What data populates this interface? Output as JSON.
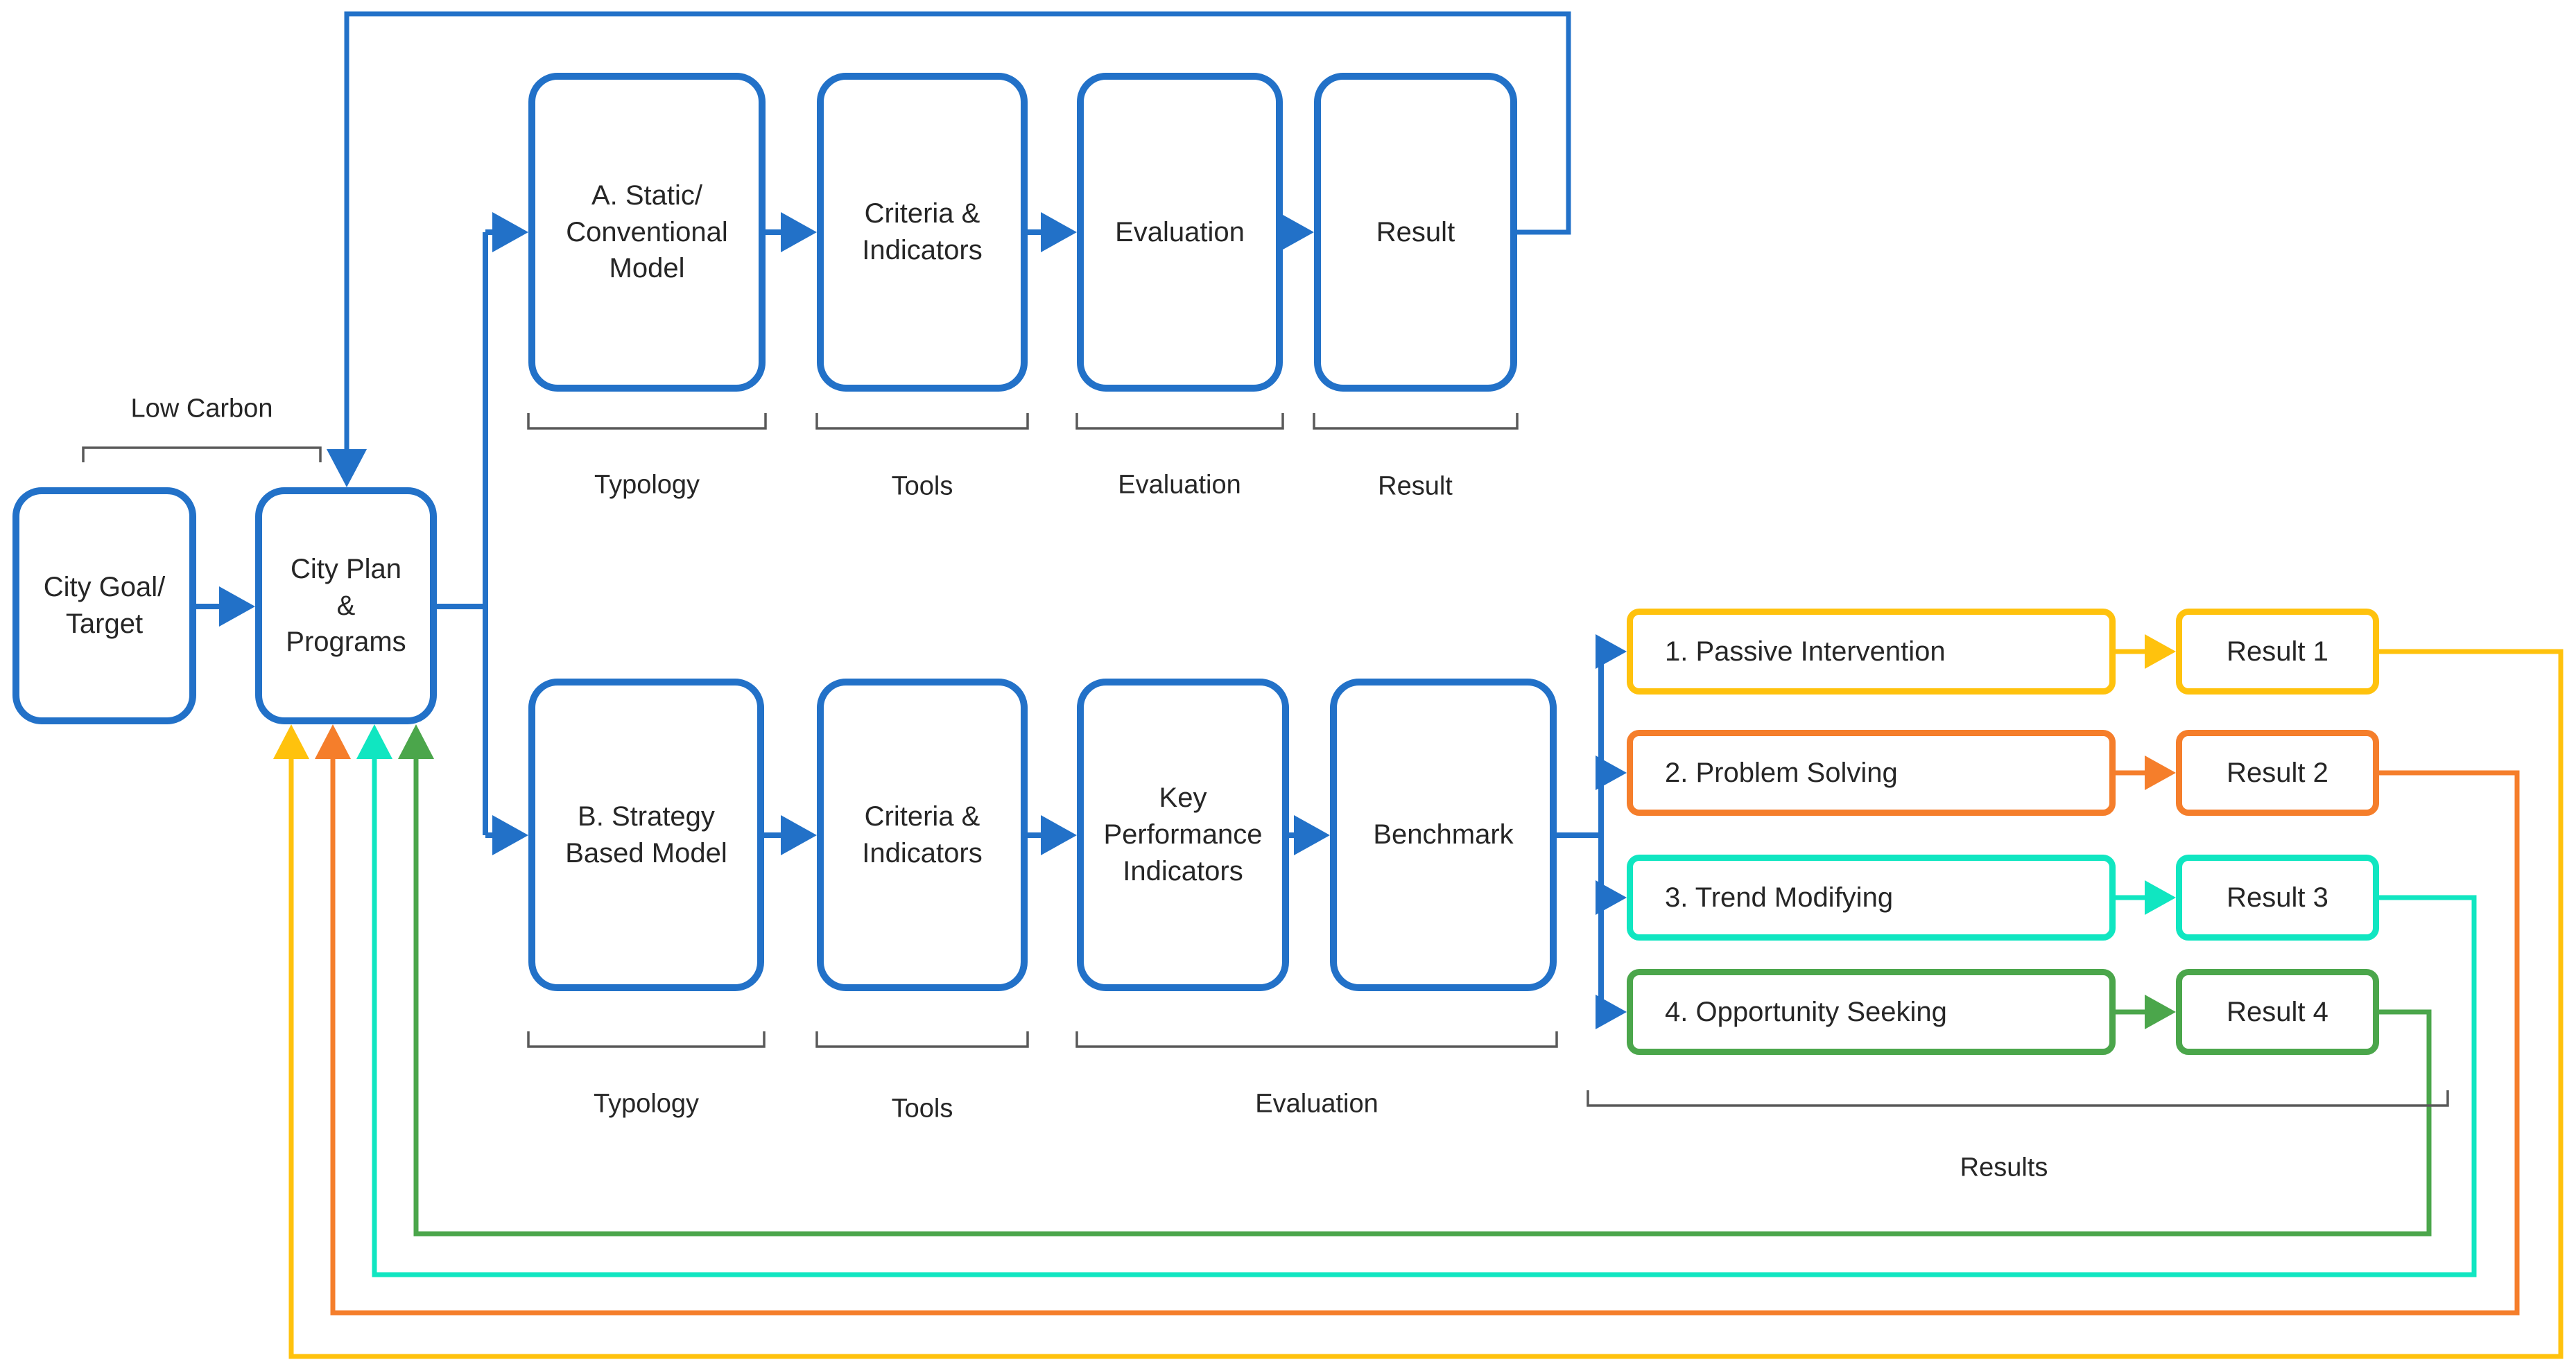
{
  "title": "Low carbon city plan evaluation framework diagram",
  "colors": {
    "blue": "#2271C8",
    "yellow": "#FFC20D",
    "orange": "#F57E2B",
    "cyan": "#10E6C1",
    "green": "#4BA64B",
    "bracket": "#595959",
    "text": "#262626"
  },
  "nodes": {
    "city_goal": {
      "label": "City Goal/\nTarget"
    },
    "city_plan": {
      "label": "City Plan\n&\nPrograms"
    },
    "low_carbon": {
      "label": "Low Carbon"
    },
    "model_a": {
      "label": "A. Static/\nConventional\nModel"
    },
    "criteria_a": {
      "label": "Criteria &\nIndicators"
    },
    "evaluation_a": {
      "label": "Evaluation"
    },
    "result_a": {
      "label": "Result"
    },
    "model_b": {
      "label": "B. Strategy\nBased Model"
    },
    "criteria_b": {
      "label": "Criteria &\nIndicators"
    },
    "kpi_b": {
      "label": "Key\nPerformance\nIndicators"
    },
    "benchmark_b": {
      "label": "Benchmark"
    },
    "strategies": [
      {
        "label": "1. Passive Intervention",
        "result": "Result 1",
        "color_name": "yellow"
      },
      {
        "label": "2. Problem Solving",
        "result": "Result 2",
        "color_name": "orange"
      },
      {
        "label": "3. Trend Modifying",
        "result": "Result 3",
        "color_name": "cyan"
      },
      {
        "label": "4. Opportunity Seeking",
        "result": "Result 4",
        "color_name": "green"
      }
    ]
  },
  "group_labels": {
    "typology_a": "Typology",
    "tools_a": "Tools",
    "evaluation_a": "Evaluation",
    "result_a": "Result",
    "typology_b": "Typology",
    "tools_b": "Tools",
    "evaluation_b": "Evaluation",
    "results": "Results"
  }
}
